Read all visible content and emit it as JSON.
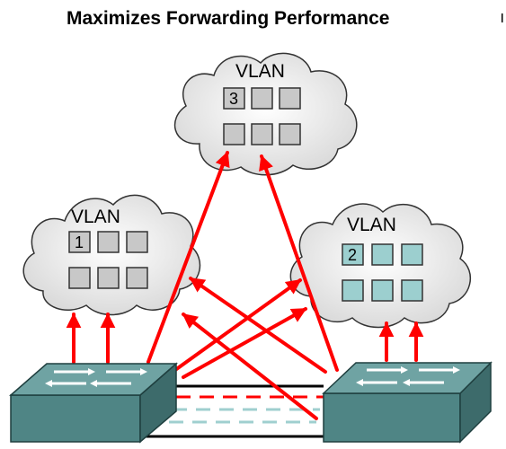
{
  "title": "Maximizes Forwarding Performance",
  "clouds": [
    {
      "label": "VLAN",
      "number": "3"
    },
    {
      "label": "VLAN",
      "number": "1"
    },
    {
      "label": "VLAN",
      "number": "2"
    }
  ],
  "colors": {
    "arrow": "#ff0000",
    "port_gray": "#c8c8c8",
    "port_teal": "#9ccfcf",
    "switch_top": "#6fa3a3",
    "switch_front": "#4f8585",
    "cloud_fill": "#eeeeee",
    "trunk_dash_red": "#ff0000",
    "trunk_dash_teal": "#9fcfcf"
  }
}
